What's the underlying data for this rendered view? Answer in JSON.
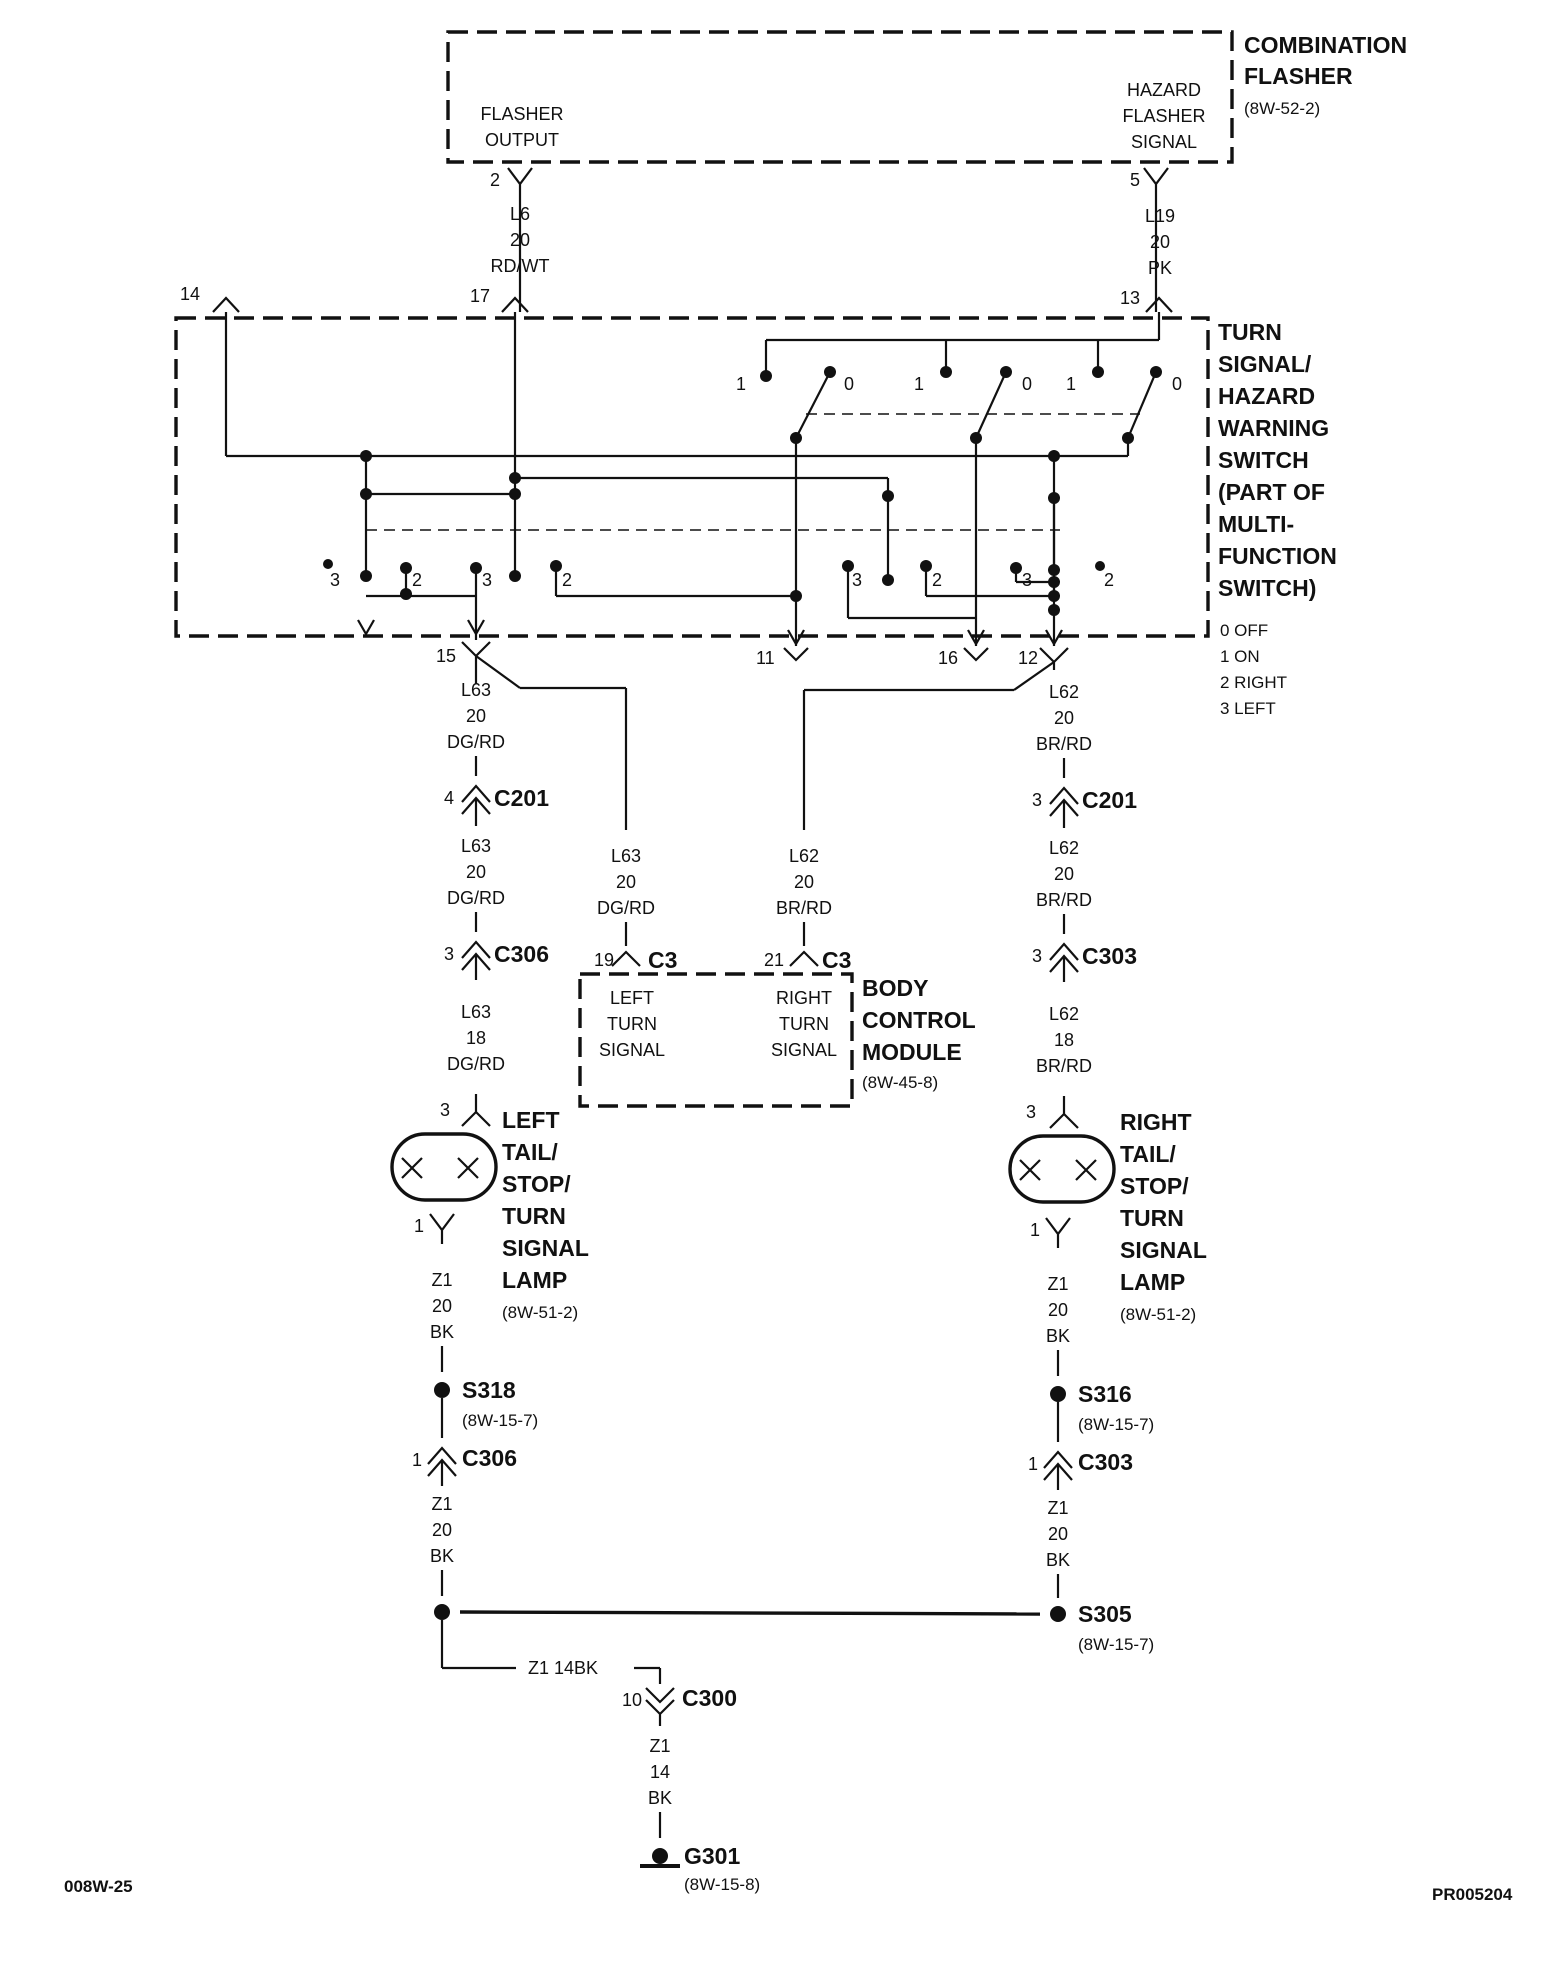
{
  "doc_id": "008W-25",
  "ref_id": "PR005204",
  "combination_flasher": {
    "title_lines": [
      "COMBINATION",
      "FLASHER"
    ],
    "ref": "(8W-52-2)",
    "output_lines": [
      "FLASHER",
      "OUTPUT"
    ],
    "hazard_lines": [
      "HAZARD",
      "FLASHER",
      "SIGNAL"
    ],
    "pin_output": "2",
    "pin_hazard": "5"
  },
  "wires_top": {
    "l6": [
      "L6",
      "20",
      "RD/WT"
    ],
    "l19": [
      "L19",
      "20",
      "PK"
    ]
  },
  "turn_switch": {
    "title_lines": [
      "TURN",
      "SIGNAL/",
      "HAZARD",
      "WARNING",
      "SWITCH",
      "(PART OF",
      "MULTI-",
      "FUNCTION",
      "SWITCH)"
    ],
    "pins": {
      "p14": "14",
      "p17": "17",
      "p13": "13",
      "p15": "15",
      "p11": "11",
      "p16": "16",
      "p12": "12"
    },
    "hazard_contacts": [
      "1",
      "0",
      "1",
      "0",
      "1",
      "0"
    ],
    "turn_contacts": [
      "3",
      "2",
      "3",
      "2",
      "3",
      "2",
      "3",
      "2"
    ],
    "legend": [
      "0 OFF",
      "1 ON",
      "2 RIGHT",
      "3 LEFT"
    ]
  },
  "left_chain": {
    "w1": [
      "L63",
      "20",
      "DG/RD"
    ],
    "c201_pin": "4",
    "c201": "C201",
    "w2": [
      "L63",
      "20",
      "DG/RD"
    ],
    "c306_pin": "3",
    "c306": "C306",
    "w3": [
      "L63",
      "18",
      "DG/RD"
    ],
    "lamp_pin_top": "3",
    "lamp_lines": [
      "LEFT",
      "TAIL/",
      "STOP/",
      "TURN",
      "SIGNAL",
      "LAMP"
    ],
    "lamp_ref": "(8W-51-2)",
    "lamp_pin_bottom": "1",
    "w4": [
      "Z1",
      "20",
      "BK"
    ],
    "splice": "S318",
    "splice_ref": "(8W-15-7)",
    "c306b_pin": "1",
    "c306b": "C306",
    "w5": [
      "Z1",
      "20",
      "BK"
    ]
  },
  "right_chain": {
    "w1": [
      "L62",
      "20",
      "BR/RD"
    ],
    "c201_pin": "3",
    "c201": "C201",
    "w2": [
      "L62",
      "20",
      "BR/RD"
    ],
    "c303_pin": "3",
    "c303": "C303",
    "w3": [
      "L62",
      "18",
      "BR/RD"
    ],
    "lamp_pin_top": "3",
    "lamp_lines": [
      "RIGHT",
      "TAIL/",
      "STOP/",
      "TURN",
      "SIGNAL",
      "LAMP"
    ],
    "lamp_ref": "(8W-51-2)",
    "lamp_pin_bottom": "1",
    "w4": [
      "Z1",
      "20",
      "BK"
    ],
    "splice": "S316",
    "splice_ref": "(8W-15-7)",
    "c303b_pin": "1",
    "c303b": "C303",
    "w5": [
      "Z1",
      "20",
      "BK"
    ],
    "splice2": "S305",
    "splice2_ref": "(8W-15-7)"
  },
  "bcm": {
    "wire_left": [
      "L63",
      "20",
      "DG/RD"
    ],
    "wire_right": [
      "L62",
      "20",
      "BR/RD"
    ],
    "pin_left": "19",
    "pin_right": "21",
    "conn": "C3",
    "left_lines": [
      "LEFT",
      "TURN",
      "SIGNAL"
    ],
    "right_lines": [
      "RIGHT",
      "TURN",
      "SIGNAL"
    ],
    "title_lines": [
      "BODY",
      "CONTROL",
      "MODULE"
    ],
    "ref": "(8W-45-8)"
  },
  "ground": {
    "wire_h": "Z1  14BK",
    "c300_pin": "10",
    "c300": "C300",
    "wire": [
      "Z1",
      "14",
      "BK"
    ],
    "g301": "G301",
    "g301_ref": "(8W-15-8)"
  }
}
